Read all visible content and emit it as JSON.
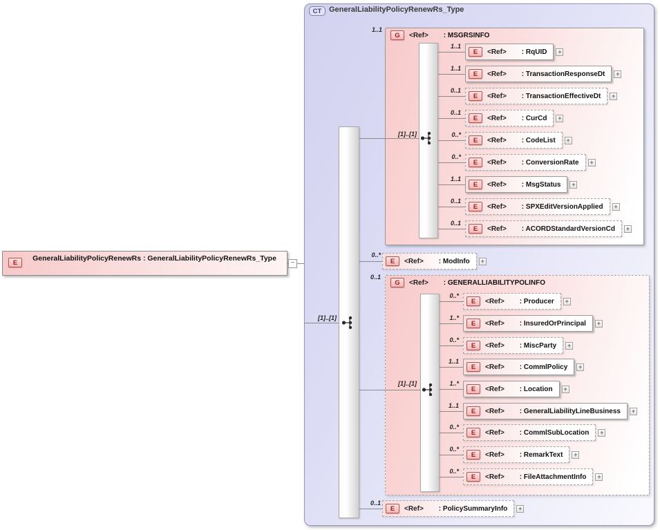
{
  "labels": {
    "element_badge": "E",
    "group_badge": "G",
    "ct_badge": "CT",
    "ref": "<Ref>",
    "plus": "+",
    "minus": "−"
  },
  "colors": {
    "container_fill": "#d8d8f4",
    "group_fill": "#f8caca",
    "element_badge_border": "#b05454",
    "element_badge_text": "#9c2020",
    "ct_badge_border": "#8080a8",
    "connector_line": "#8a8a8a"
  },
  "root_element": {
    "label": "GeneralLiabilityPolicyRenewRs : GeneralLiabilityPolicyRenewRs_Type"
  },
  "complex_type": {
    "title": "GeneralLiabilityPolicyRenewRs_Type",
    "sequence_cardinality": "[1]..[1]",
    "children": {
      "msgrsinfo": {
        "cardinality": "1..1",
        "name": ": MSGRSINFO",
        "sequence_cardinality": "[1]..[1]",
        "children": [
          {
            "cardinality": "1..1",
            "name": ": RqUID"
          },
          {
            "cardinality": "1..1",
            "name": ": TransactionResponseDt"
          },
          {
            "cardinality": "0..1",
            "name": ": TransactionEffectiveDt"
          },
          {
            "cardinality": "0..1",
            "name": ": CurCd"
          },
          {
            "cardinality": "0..*",
            "name": ": CodeList"
          },
          {
            "cardinality": "0..*",
            "name": ": ConversionRate"
          },
          {
            "cardinality": "1..1",
            "name": ": MsgStatus"
          },
          {
            "cardinality": "0..1",
            "name": ": SPXEditVersionApplied"
          },
          {
            "cardinality": "0..1",
            "name": ": ACORDStandardVersionCd"
          }
        ]
      },
      "modinfo": {
        "cardinality": "0..*",
        "name": ": ModInfo"
      },
      "genliabpolinfo": {
        "cardinality": "0..1",
        "name": ": GENERALLIABILITYPOLINFO",
        "sequence_cardinality": "[1]..[1]",
        "children": [
          {
            "cardinality": "0..*",
            "name": ": Producer"
          },
          {
            "cardinality": "1..*",
            "name": ": InsuredOrPrincipal"
          },
          {
            "cardinality": "0..*",
            "name": ": MiscParty"
          },
          {
            "cardinality": "1..1",
            "name": ": CommlPolicy"
          },
          {
            "cardinality": "1..*",
            "name": ": Location"
          },
          {
            "cardinality": "1..1",
            "name": ": GeneralLiabilityLineBusiness"
          },
          {
            "cardinality": "0..*",
            "name": ": CommlSubLocation"
          },
          {
            "cardinality": "0..*",
            "name": ": RemarkText"
          },
          {
            "cardinality": "0..*",
            "name": ": FileAttachmentInfo"
          }
        ]
      },
      "policysummaryinfo": {
        "cardinality": "0..1",
        "name": ": PolicySummaryInfo"
      }
    }
  }
}
